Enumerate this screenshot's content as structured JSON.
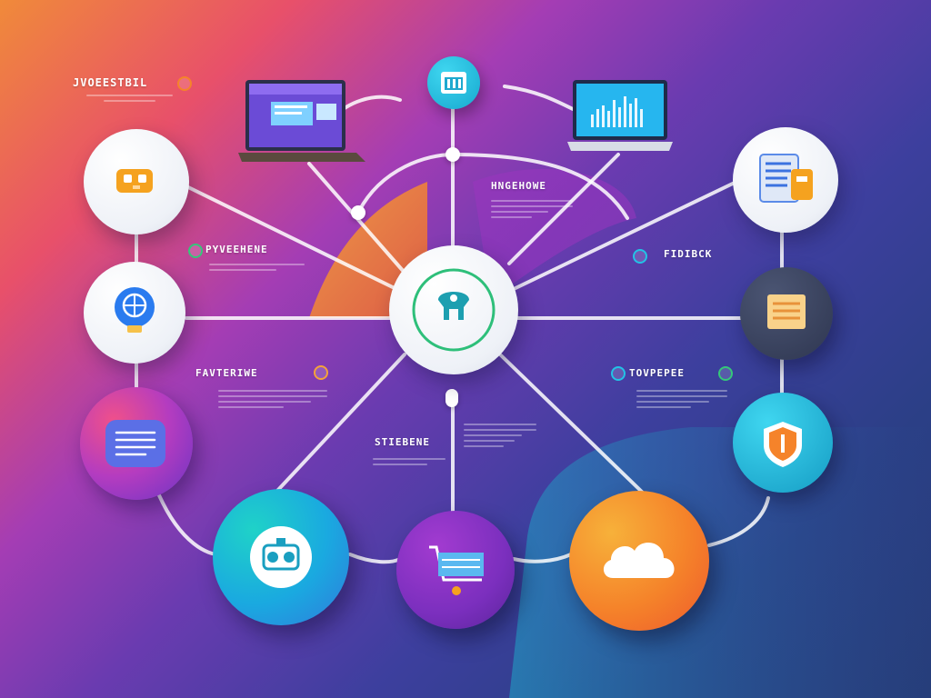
{
  "labels": {
    "top_left": "JVOEESTBIL",
    "left_upper": "PYVEEHENE",
    "center_upper": "HNGEHOWE",
    "right_upper": "FIDIBCK",
    "left_middle": "FAVTERIWE",
    "right_middle": "TOVPEPEE",
    "center_lower": "STIEBENE"
  },
  "colors": {
    "accent_green": "#35c77a",
    "cyan": "#22c3e6",
    "orange": "#f5832a",
    "purple": "#7b2fbe",
    "magenta": "#d42f8f",
    "teal_node": "#1fb1cf"
  },
  "icons": [
    "central-hub-icon",
    "browser-window-icon",
    "laptop-dashboard-icon",
    "laptop-chart-icon",
    "cameras-icon",
    "document-list-icon",
    "lightbulb-globe-icon",
    "stacked-papers-icon",
    "message-list-icon",
    "shield-icon",
    "gear-machine-icon",
    "shopping-cart-icon",
    "cloud-icon"
  ]
}
